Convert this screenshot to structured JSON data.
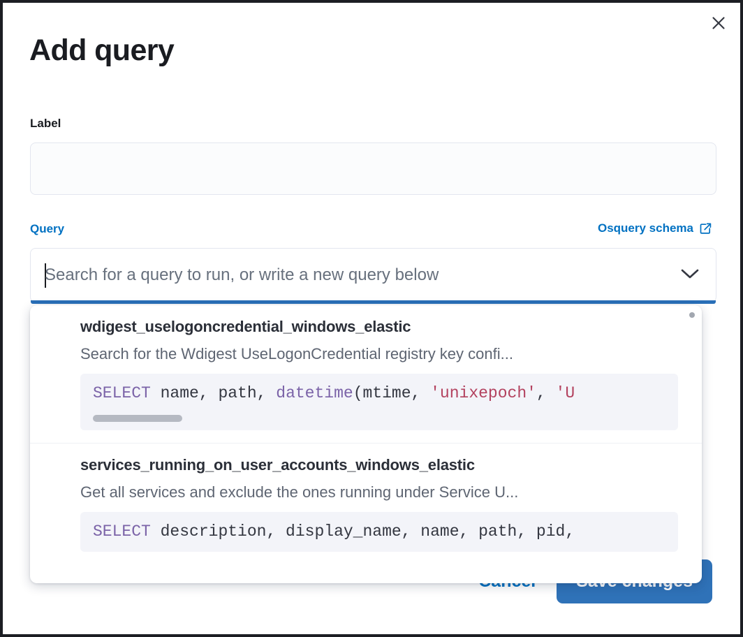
{
  "modal": {
    "title": "Add query",
    "close_icon": "close-icon"
  },
  "label_field": {
    "caption": "Label",
    "value": "",
    "placeholder": ""
  },
  "query_field": {
    "caption": "Query",
    "schema_link_label": "Osquery schema",
    "schema_link_icon": "external-link-icon",
    "combo_value": "",
    "combo_placeholder": "Search for a query to run, or write a new query below",
    "chevron_icon": "chevron-down-icon"
  },
  "dropdown": {
    "options": [
      {
        "title": "wdigest_uselogoncredential_windows_elastic",
        "description": "Search for the Wdigest UseLogonCredential registry key confi...",
        "code_tokens": [
          {
            "t": "SELECT",
            "k": "kw"
          },
          {
            "t": " name, path, ",
            "k": "plain"
          },
          {
            "t": "datetime",
            "k": "fn"
          },
          {
            "t": "(mtime, ",
            "k": "plain"
          },
          {
            "t": "'unixepoch'",
            "k": "str"
          },
          {
            "t": ", ",
            "k": "plain"
          },
          {
            "t": "'U",
            "k": "str"
          }
        ]
      },
      {
        "title": "services_running_on_user_accounts_windows_elastic",
        "description": "Get all services and exclude the ones running under Service U...",
        "code_tokens": [
          {
            "t": "SELECT",
            "k": "kw"
          },
          {
            "t": " description, display_name, name, path, pid,",
            "k": "plain"
          }
        ]
      }
    ]
  },
  "footer": {
    "cancel_label": "Cancel",
    "save_label": "Save changes"
  },
  "colors": {
    "accent_blue": "#0071c2",
    "primary_button": "#2f72b8",
    "focus_underline": "#296fb8",
    "keyword_purple": "#7b63a8",
    "string_crimson": "#b3425f",
    "code_background": "#f3f4f9"
  }
}
